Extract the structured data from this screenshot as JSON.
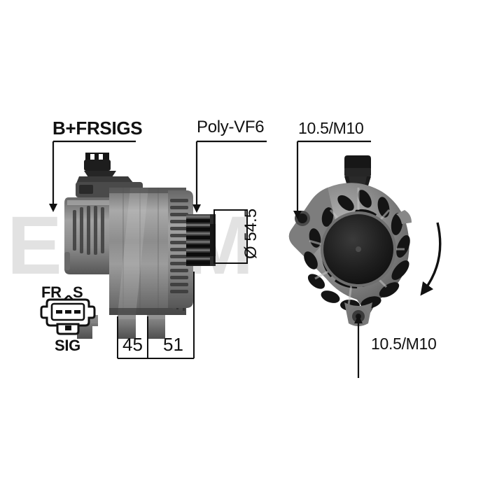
{
  "diagram": {
    "title": "Alternator technical drawing with callouts",
    "background_color": "#ffffff",
    "ink_color": "#111111",
    "watermark_color": "#e2e2e2",
    "watermark_text": "ESSM"
  },
  "callouts": {
    "terminals": {
      "label": "B+FRSIGS",
      "arrow": "down-arrow-icon"
    },
    "pulley": {
      "label": "Poly-VF6",
      "arrow": "down-arrow-icon"
    },
    "mount_top": {
      "label": "10.5/M10",
      "arrow": "down-arrow-icon"
    },
    "mount_bottom": {
      "label": "10.5/M10",
      "arrow": "up-arrow-icon"
    },
    "rotation": {
      "label": "",
      "arrow": "curved-rotation-arrow-icon"
    }
  },
  "dimensions": {
    "diameter": {
      "label": "Ø 54.5",
      "orientation": "vertical"
    },
    "length_a": {
      "label": "45"
    },
    "length_b": {
      "label": "51"
    }
  },
  "connector": {
    "pin_left_label": "FR",
    "pin_right_label": "S",
    "bottom_label": "SIG",
    "pin_count": 3
  }
}
